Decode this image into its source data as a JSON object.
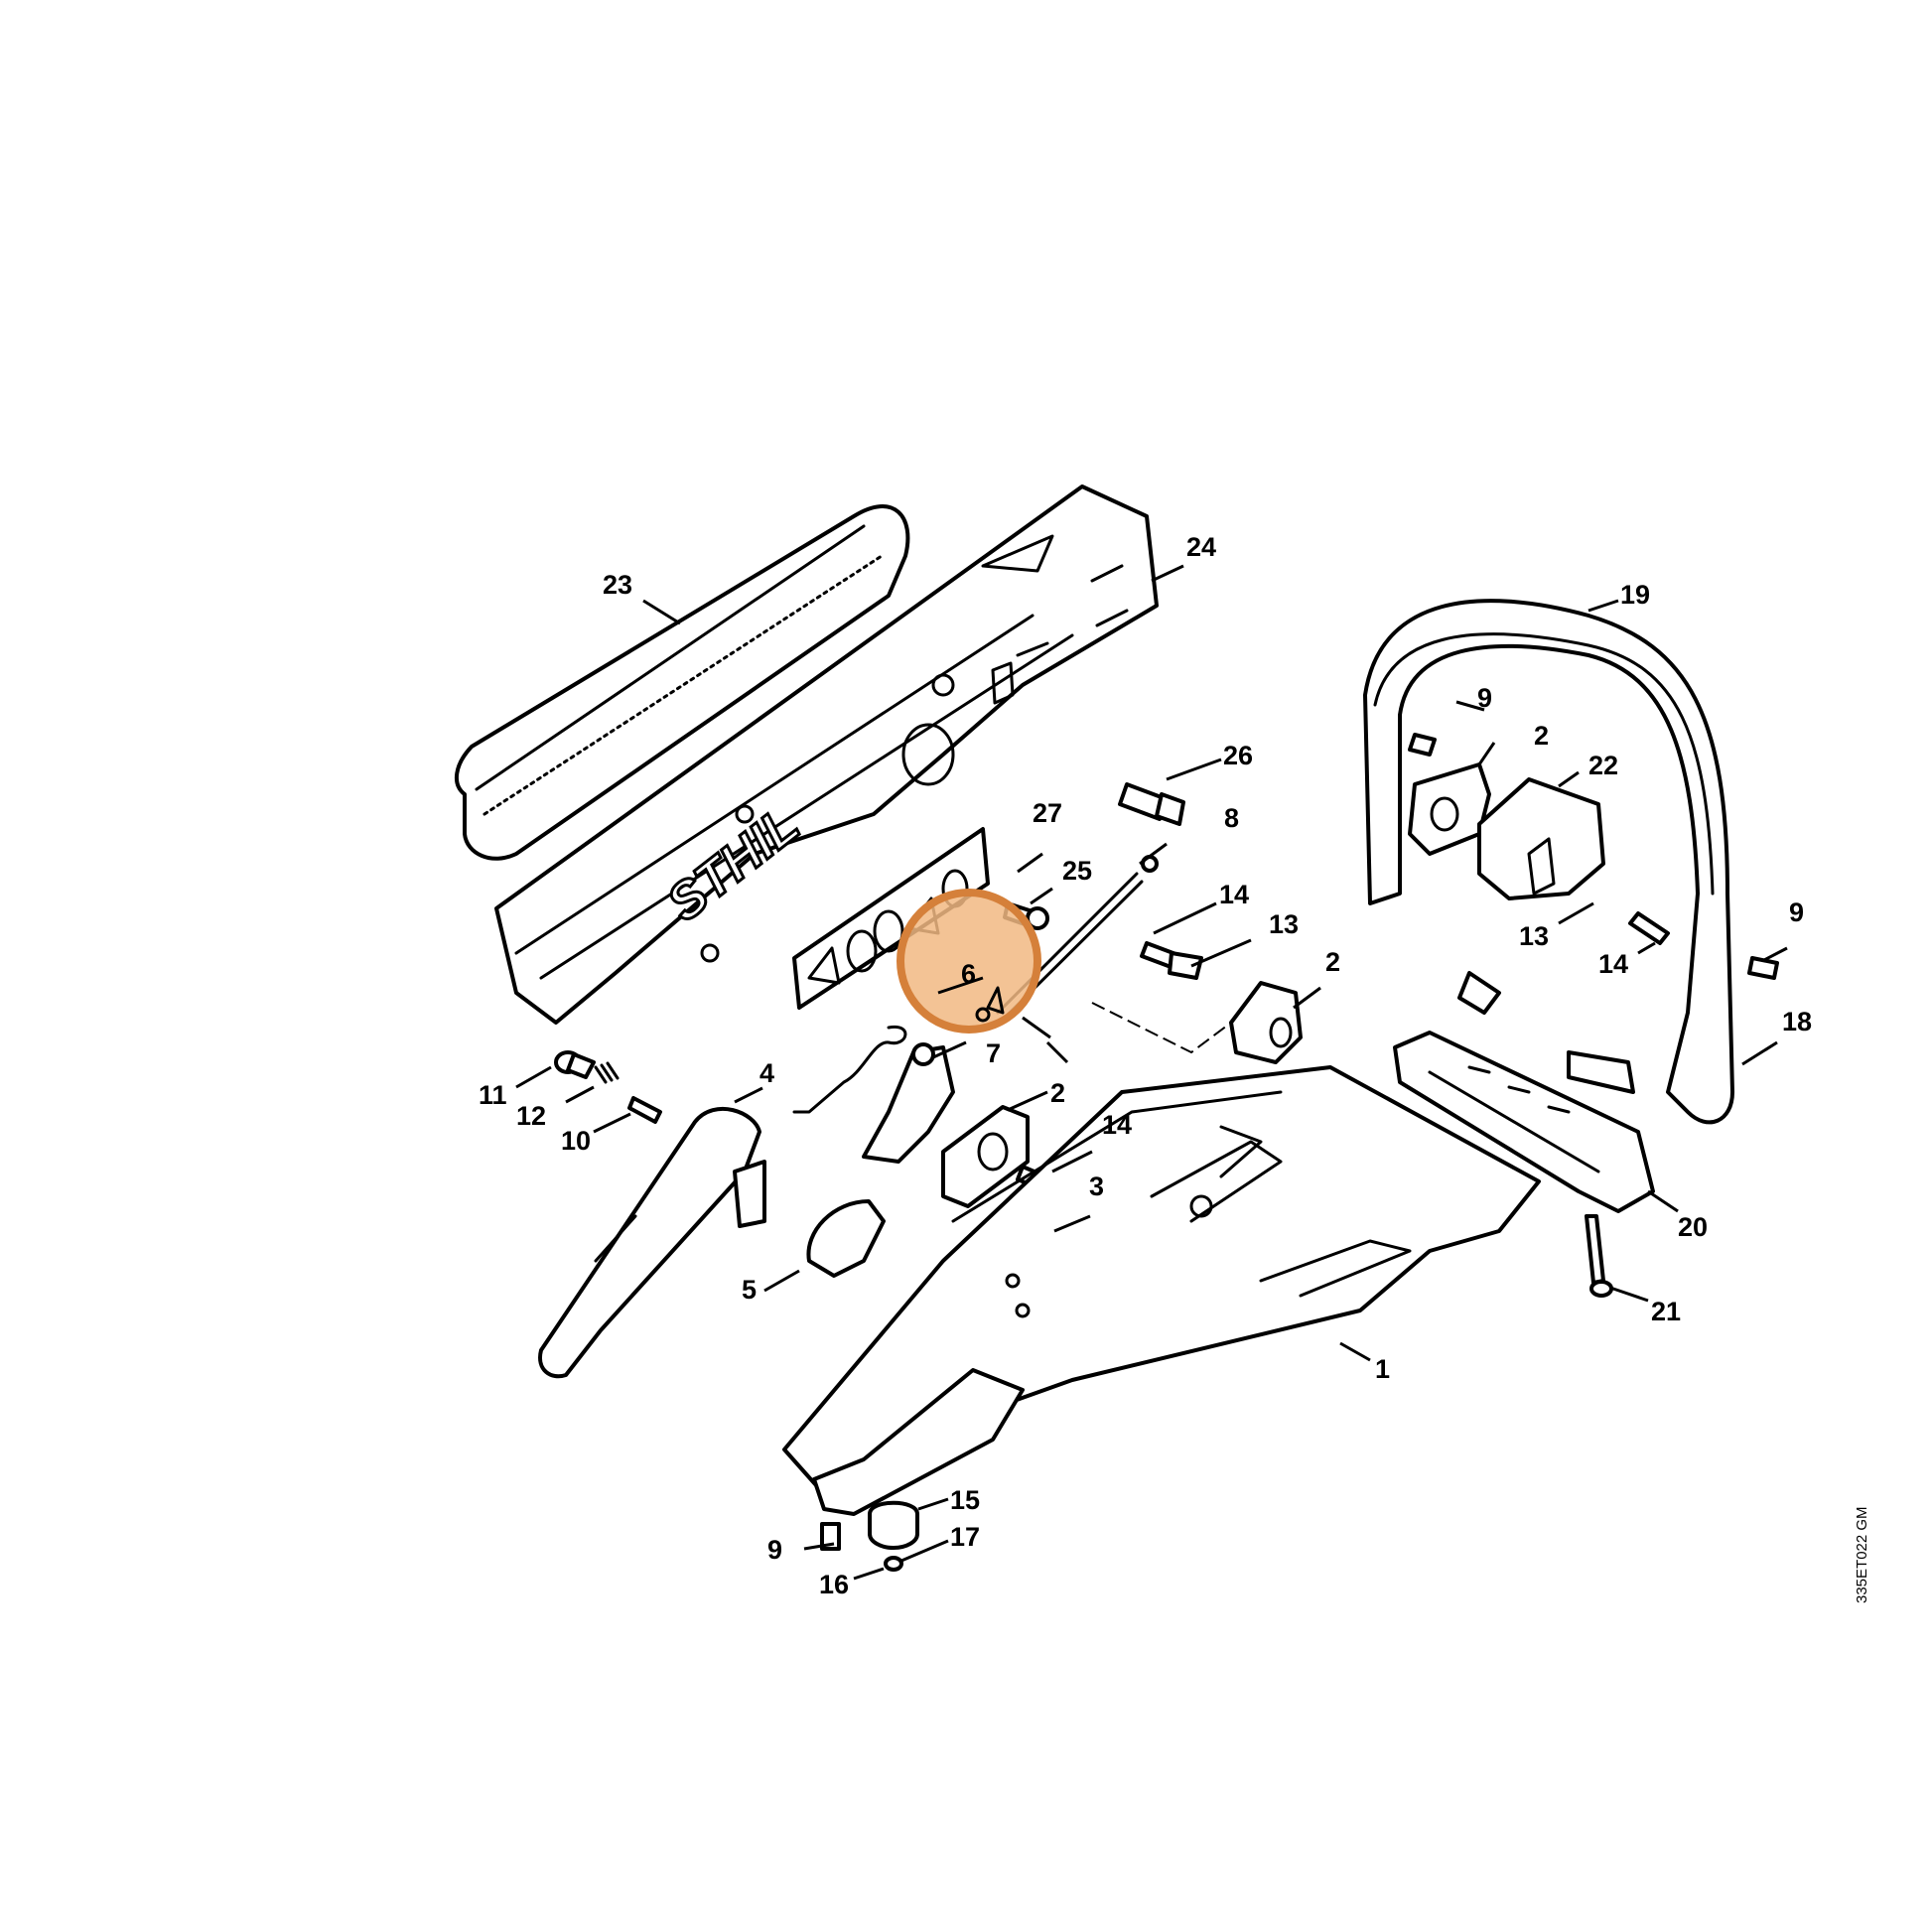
{
  "drawing_code": "335ET022 GM",
  "brand_mark": "STHIL",
  "highlight": {
    "part_number": "6",
    "color_fill": "#f1b882",
    "color_stroke": "#d5803a"
  },
  "callouts": {
    "c1": "1",
    "c2a": "2",
    "c2b": "2",
    "c2c": "2",
    "c3": "3",
    "c4": "4",
    "c5": "5",
    "c6": "6",
    "c7": "7",
    "c8": "8",
    "c9a": "9",
    "c9b": "9",
    "c9c": "9",
    "c10": "10",
    "c11": "11",
    "c12": "12",
    "c13a": "13",
    "c13b": "13",
    "c14a": "14",
    "c14b": "14",
    "c14c": "14",
    "c15": "15",
    "c16": "16",
    "c17": "17",
    "c18": "18",
    "c19": "19",
    "c20": "20",
    "c21": "21",
    "c22": "22",
    "c23": "23",
    "c24": "24",
    "c25": "25",
    "c26": "26",
    "c27": "27"
  }
}
